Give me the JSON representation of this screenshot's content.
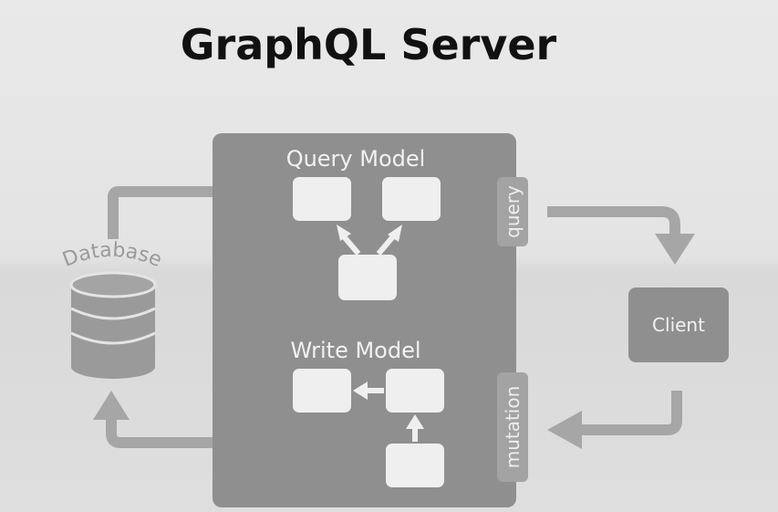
{
  "title": "GraphQL Server",
  "server": {
    "query_model_label": "Query Model",
    "write_model_label": "Write Model",
    "query_tab_label": "query",
    "mutation_tab_label": "mutation"
  },
  "database": {
    "label": "Database"
  },
  "client": {
    "label": "Client"
  },
  "colors": {
    "background": "#e4e4e4",
    "box": "#8f8f8f",
    "node": "#efefef",
    "arrow": "#a6a6a6",
    "title": "#111111"
  }
}
